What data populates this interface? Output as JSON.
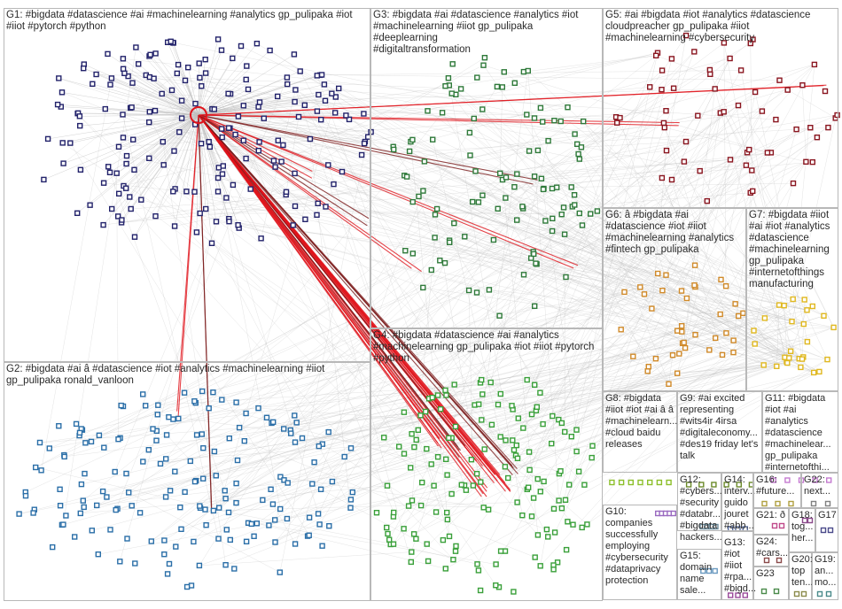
{
  "groups": [
    {
      "id": "g1",
      "label": "G1: #bigdata #datascience #ai #machinelearning #analytics gp_pulipaka #iot\n#iiot #pytorch #python",
      "color": "#23236b",
      "count": 190
    },
    {
      "id": "g2",
      "label": "G2: #bigdata #ai â #datascience #iot #analytics #machinelearning #iiot\ngp_pulipaka ronald_vanloon",
      "color": "#2b6fa8",
      "count": 170
    },
    {
      "id": "g3",
      "label": "G3: #bigdata #ai #datascience #analytics #iot\n#machinelearning #iiot gp_pulipaka #deeplearning\n#digitaltransformation",
      "color": "#2f7a3a",
      "count": 110
    },
    {
      "id": "g4",
      "label": "G4: #bigdata #datascience #ai #analytics\n#machinelearning gp_pulipaka #iot #iiot #pytorch\n#python",
      "color": "#3aa03a",
      "count": 150
    },
    {
      "id": "g5",
      "label": "G5: #ai #bigdata #iot #analytics #datascience\ncloudpreacher gp_pulipaka #iiot\n#machinelearning #cybersecurity",
      "color": "#8a1620",
      "count": 60
    },
    {
      "id": "g6",
      "label": "G6: â #bigdata #ai\n#datascience #iot #iiot\n#machinelearning #analytics\n#fintech gp_pulipaka",
      "color": "#d08a2a",
      "count": 40
    },
    {
      "id": "g7",
      "label": "G7: #bigdata #iiot\n#ai #iot #analytics\n#datascience\n#machinelearning\ngp_pulipaka\n#internetofthings\nmanufacturing",
      "color": "#e0b820",
      "count": 28
    },
    {
      "id": "g8",
      "label": "G8: #bigdata\n#iiot #iot #ai â â\n#machinelearn...\n#cloud baidu\nreleases",
      "color": "#8cbf2a",
      "count": 7
    },
    {
      "id": "g9",
      "label": "G9: #ai excited\nrepresenting\n#wits4ir 4irsa\n#digitaleconomy...\n#des19 friday let's\ntalk",
      "color": "#6b8a2a",
      "count": 6
    },
    {
      "id": "g11",
      "label": "G11: #bigdata\n#iot #ai\n#analytics\n#datascience\n#machinelear...\ngp_pulipaka\n#internetofthi...",
      "color": "#c47ad0",
      "count": 5
    },
    {
      "id": "g10",
      "label": "G10:\ncompanies\nsuccessfully\nemploying\n#cybersecurity\n#dataprivacy\nprotection",
      "color": "#9a6ac0",
      "count": 5
    },
    {
      "id": "g12",
      "label": "G12:\n#cybers...\n#security\n#databr...\n#bigdata\nhackers...",
      "color": "#6e8e9e",
      "count": 4
    },
    {
      "id": "g14",
      "label": "G14:\ninterv...\nguido\njouret\n#abb...",
      "color": "#5a6e9e",
      "count": 3
    },
    {
      "id": "g16",
      "label": "G16:\n#future...",
      "color": "#b0a040",
      "count": 3
    },
    {
      "id": "g22",
      "label": "G22:\nnext...",
      "color": "#808080",
      "count": 2
    },
    {
      "id": "g13",
      "label": "G13:\n#iot\n#iiot\n#rpa...\n#bigd...",
      "color": "#9a4a9a",
      "count": 3
    },
    {
      "id": "g15",
      "label": "G15:\ndomain\nname\nsale...",
      "color": "#6a9ac0",
      "count": 3
    },
    {
      "id": "g21",
      "label": "G21: ð",
      "color": "#c04a8a",
      "count": 2
    },
    {
      "id": "g18",
      "label": "G18:\ntog...\nher...",
      "color": "#8a4a8a",
      "count": 2
    },
    {
      "id": "g17",
      "label": "G17",
      "color": "#4a4a8a",
      "count": 2
    },
    {
      "id": "g24",
      "label": "G24:\n#cars...",
      "color": "#8a4a4a",
      "count": 2
    },
    {
      "id": "g23",
      "label": "G23",
      "color": "#4a8a4a",
      "count": 2
    },
    {
      "id": "g20",
      "label": "G20:\ntop\nten...",
      "color": "#8a8a4a",
      "count": 2
    },
    {
      "id": "g19",
      "label": "G19:\nan...\nmo...",
      "color": "#4a8a8a",
      "count": 2
    }
  ],
  "edge_colors": {
    "intra": "#bfbfbf",
    "highlight": "#e0141c",
    "dark": "#7a1a1a"
  },
  "hub_color": "#e0141c"
}
